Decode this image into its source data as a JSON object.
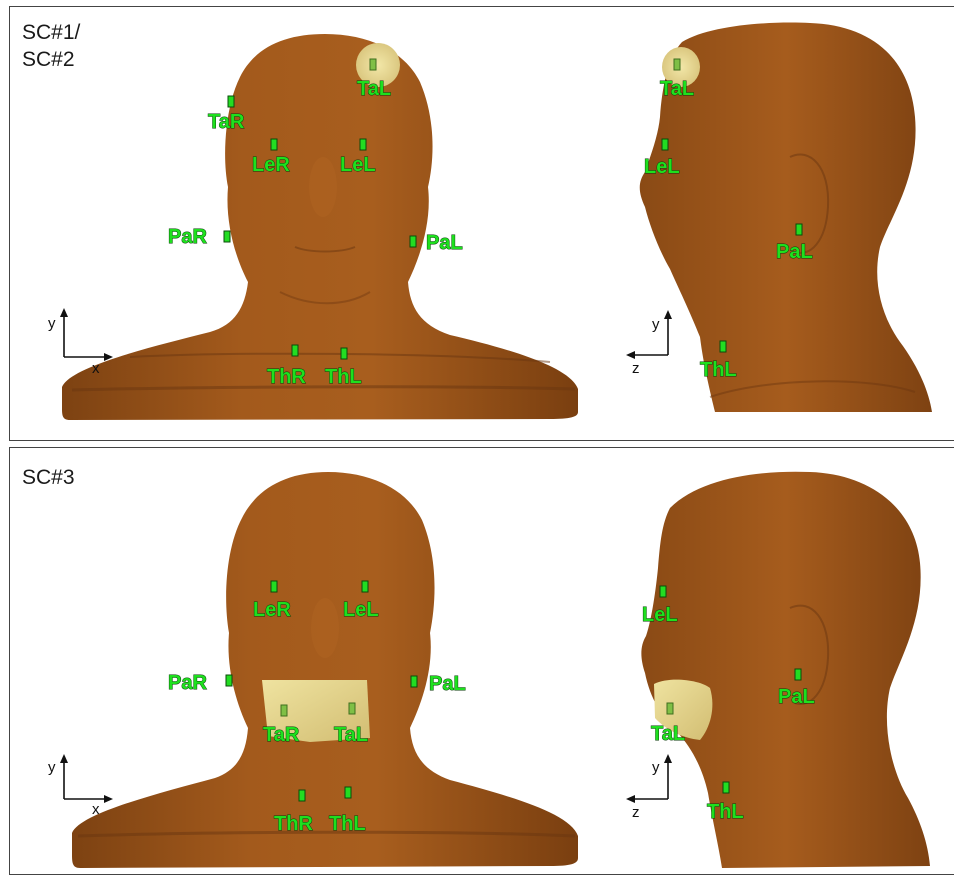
{
  "panels": {
    "top": {
      "scenario": "SC#1/\nSC#2",
      "front": {
        "labels": {
          "TaL": "TaL",
          "TaR": "TaR",
          "LeR": "LeR",
          "LeL": "LeL",
          "PaR": "PaR",
          "PaL": "PaL",
          "ThR": "ThR",
          "ThL": "ThL"
        },
        "axes": {
          "v": "y",
          "h": "x"
        }
      },
      "side": {
        "labels": {
          "TaL": "TaL",
          "LeL": "LeL",
          "PaL": "PaL",
          "ThL": "ThL"
        },
        "axes": {
          "v": "y",
          "h": "z"
        }
      }
    },
    "bottom": {
      "scenario": "SC#3",
      "front": {
        "labels": {
          "LeR": "LeR",
          "LeL": "LeL",
          "PaR": "PaR",
          "PaL": "PaL",
          "TaR": "TaR",
          "TaL": "TaL",
          "ThR": "ThR",
          "ThL": "ThL"
        },
        "axes": {
          "v": "y",
          "h": "x"
        }
      },
      "side": {
        "labels": {
          "LeL": "LeL",
          "PaL": "PaL",
          "TaL": "TaL",
          "ThL": "ThL"
        },
        "axes": {
          "v": "y",
          "h": "z"
        }
      }
    }
  },
  "colors": {
    "skin": "#a0571a",
    "skin_dark": "#7a3e10",
    "patch": "#e8d38a",
    "marker": "#22dd22"
  }
}
